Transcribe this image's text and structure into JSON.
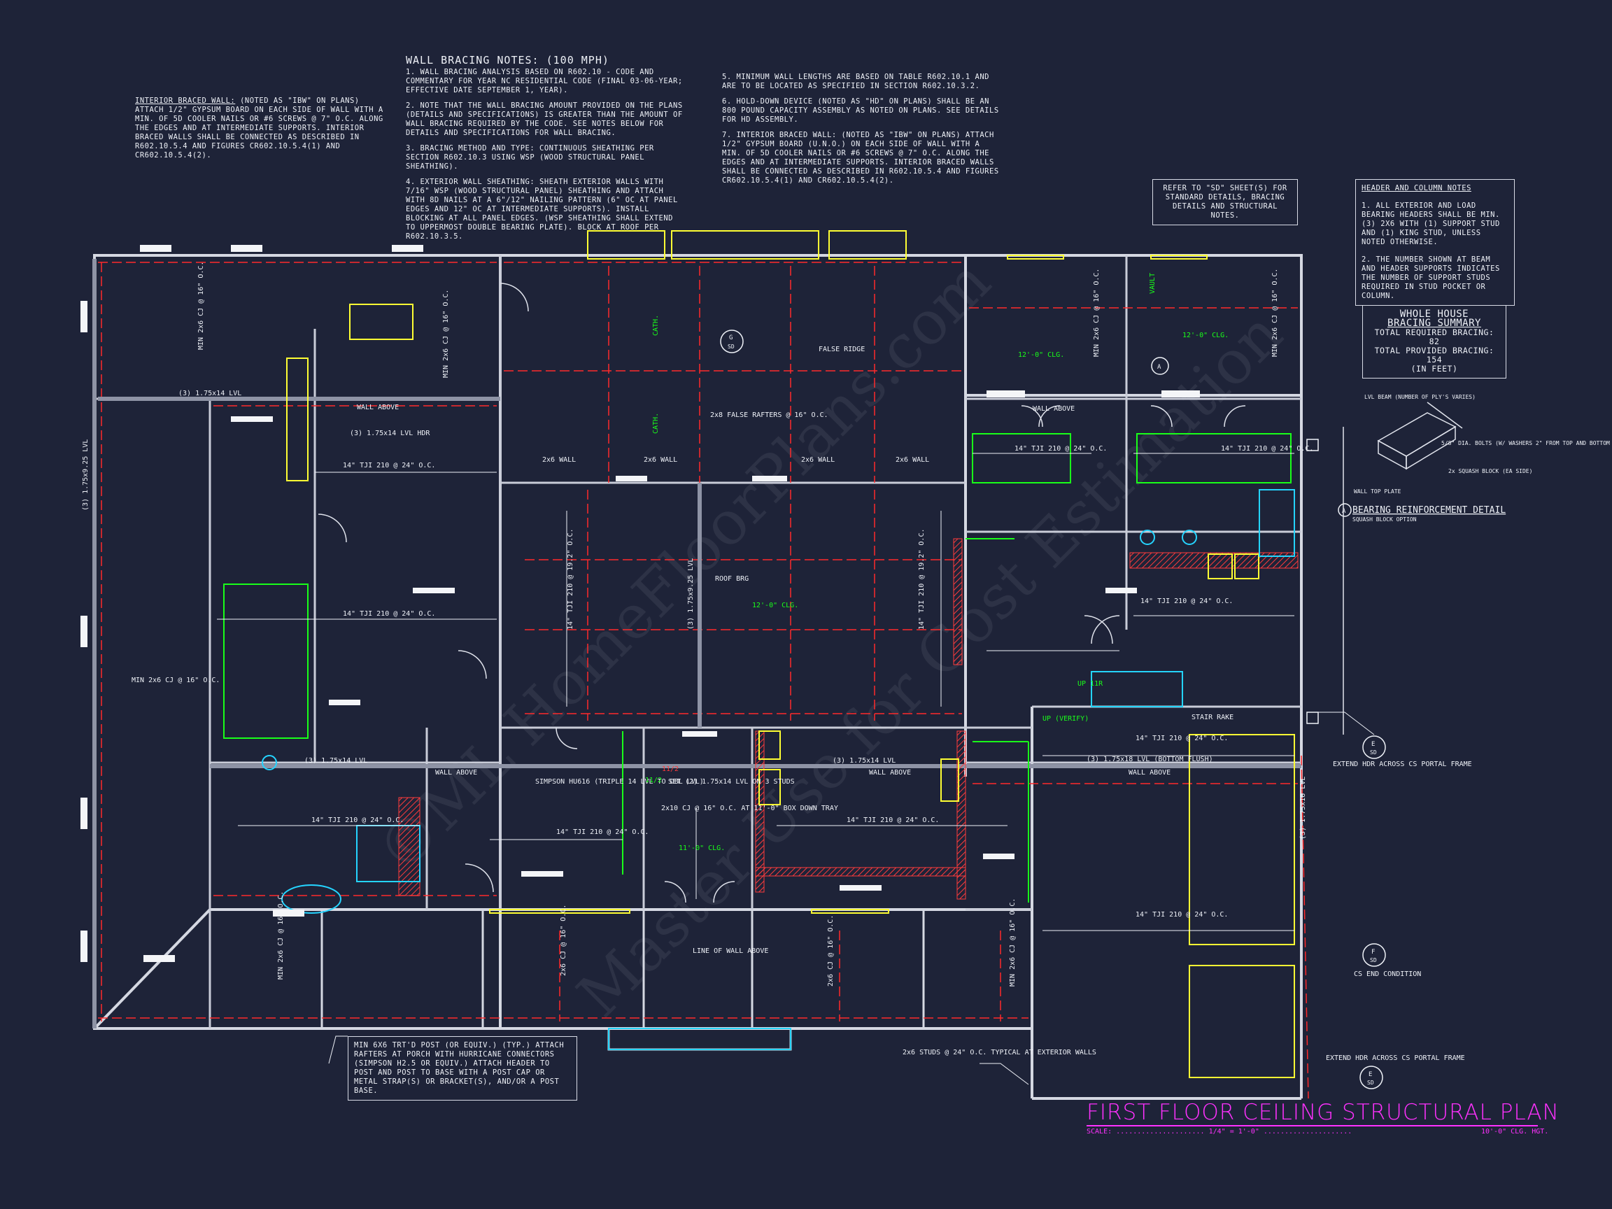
{
  "notes": {
    "wall_bracing": {
      "title": "WALL BRACING NOTES: (100 MPH)",
      "col1": [
        "1. WALL BRACING ANALYSIS BASED ON R602.10 - CODE AND COMMENTARY FOR YEAR NC RESIDENTIAL CODE (FINAL 03-06-YEAR; EFFECTIVE DATE SEPTEMBER 1, YEAR).",
        "2. NOTE THAT THE WALL BRACING AMOUNT PROVIDED ON THE PLANS (DETAILS AND SPECIFICATIONS) IS GREATER THAN THE AMOUNT OF WALL BRACING REQUIRED BY THE CODE. SEE NOTES BELOW FOR DETAILS AND SPECIFICATIONS FOR WALL BRACING.",
        "3. BRACING METHOD AND TYPE: CONTINUOUS SHEATHING PER SECTION R602.10.3 USING WSP (WOOD STRUCTURAL PANEL SHEATHING).",
        "4. EXTERIOR WALL SHEATHING: SHEATH EXTERIOR WALLS WITH 7/16\" WSP (WOOD STRUCTURAL PANEL) SHEATHING AND ATTACH WITH 8d NAILS AT A 6\"/12\" NAILING PATTERN (6\" OC AT PANEL EDGES AND 12\" OC AT INTERMEDIATE SUPPORTS). INSTALL BLOCKING AT ALL PANEL EDGES. (WSP SHEATHING SHALL EXTEND TO UPPERMOST DOUBLE BEARING PLATE). BLOCK AT ROOF PER R602.10.3.5."
      ],
      "col2": [
        "5. MINIMUM WALL LENGTHS ARE BASED ON TABLE R602.10.1 AND ARE TO BE LOCATED AS SPECIFIED IN SECTION R602.10.3.2.",
        "6. HOLD-DOWN DEVICE (NOTED AS \"HD\" ON PLANS) SHALL BE AN 800 POUND CAPACITY ASSEMBLY AS NOTED ON PLANS. SEE DETAILS FOR HD ASSEMBLY.",
        "7. INTERIOR BRACED WALL: (NOTED AS \"IBW\" ON PLANS) ATTACH 1/2\" GYPSUM BOARD (U.N.O.) ON EACH SIDE OF WALL WITH A MIN. OF 5d COOLER NAILS OR #6 SCREWS @ 7\" O.C. ALONG THE EDGES AND AT INTERMEDIATE SUPPORTS. INTERIOR BRACED WALLS SHALL BE CONNECTED AS DESCRIBED IN R602.10.5.4 AND FIGURES CR602.10.5.4(1) AND CR602.10.5.4(2)."
      ]
    },
    "ibw": {
      "title": "INTERIOR BRACED WALL:",
      "text": "(NOTED AS \"IBW\" ON PLANS) ATTACH 1/2\" GYPSUM BOARD ON EACH SIDE OF WALL WITH A MIN. OF 5d COOLER NAILS OR #6 SCREWS @ 7\" O.C. ALONG THE EDGES AND AT INTERMEDIATE SUPPORTS. INTERIOR BRACED WALLS SHALL BE CONNECTED AS DESCRIBED IN R602.10.5.4 AND FIGURES CR602.10.5.4(1) AND CR602.10.5.4(2)."
    },
    "refer_sd": "REFER TO \"SD\" SHEET(S) FOR STANDARD DETAILS, BRACING DETAILS AND STRUCTURAL NOTES.",
    "header_column": {
      "title": "HEADER AND COLUMN NOTES",
      "items": [
        "1. ALL EXTERIOR AND LOAD BEARING HEADERS SHALL BE MIN. (3) 2x6 WITH (1) SUPPORT STUD AND (1) KING STUD, UNLESS NOTED OTHERWISE.",
        "2. THE NUMBER SHOWN AT BEAM AND HEADER SUPPORTS INDICATES THE NUMBER OF SUPPORT STUDS REQUIRED IN STUD POCKET OR COLUMN."
      ]
    },
    "bracing_summary": {
      "title1": "WHOLE HOUSE",
      "title2": "BRACING SUMMARY",
      "line1": "TOTAL REQUIRED BRACING: 82",
      "line2": "TOTAL PROVIDED BRACING: 154",
      "line3": "(IN FEET)"
    },
    "porch_post": "MIN 6x6 TRT'D POST (OR EQUIV.) (TYP.) ATTACH RAFTERS AT PORCH WITH HURRICANE CONNECTORS (SIMPSON H2.5 OR EQUIV.) ATTACH HEADER TO POST AND POST TO BASE WITH A POST CAP OR METAL STRAP(S) OR BRACKET(S), AND/OR A POST BASE."
  },
  "detail": {
    "title": "BEARING REINFORCEMENT DETAIL",
    "subtitle": "SQUASH BLOCK OPTION",
    "marker": "A",
    "lvl_note": "LVL BEAM (NUMBER OF PLY'S VARIES)",
    "bolt_note": "5/8\" DIA. BOLTS (W/ WASHERS 2\" FROM TOP AND BOTTOM",
    "squash_note": "2x SQUASH BLOCK (EA SIDE)",
    "plate_note": "WALL TOP PLATE"
  },
  "labels": {
    "min_cj_16": "MIN 2x6 CJ @ 16\" O.C.",
    "lvl_3_175x14": "(3) 1.75x14 LVL",
    "lvl_3_175x14_hdr": "(3) 1.75x14 LVL HDR",
    "lvl_3_175x925": "(3) 1.75x9.25 LVL",
    "wall_above": "WALL ABOVE",
    "tji_24": "14\" TJI 210 @ 24\" O.C.",
    "tji_192": "14\" TJI 210 @ 19.2\" O.C.",
    "cath": "CATH.",
    "false_ridge": "FALSE RIDGE",
    "false_rafters": "2x8 FALSE RAFTERS @ 16\" O.C.",
    "wall_2x6": "2x6 WALL",
    "clg_12": "12'-0\" CLG.",
    "clg_11": "11'-0\" CLG.",
    "vault": "VAULT",
    "roof_brg": "ROOF BRG",
    "lvl_3_175x14_beam": "(3) 1.75x14 LVL",
    "simpson": "SIMPSON HU616 (TRIPLE 14 LVL TO DBL LVL)",
    "set_2": "SET (2) 1.75x14 LVL ON 3 STUDS",
    "cj_2x10": "2x10 CJ @ 16\" O.C. AT 11'-0\" BOX DOWN TRAY",
    "line_of_wall": "LINE OF WALL ABOVE",
    "lvl_bottom_flush": "(3) 1.75x18 LVL (BOTTOM FLUSH)",
    "lvl_side": "(3) 1.75x18 LVL",
    "extend_hdr": "EXTEND HDR ACROSS CS PORTAL FRAME",
    "cs_end": "CS END CONDITION",
    "studs_24": "2x6 STUDS @ 24\" O.C. TYPICAL AT EXTERIOR WALLS",
    "up_verify": "UP (VERIFY)",
    "up_11r": "UP 11R",
    "stair_rake": "STAIR RAKE",
    "min_cj_16_short": "MIN 2x6 CJ @ 16\" O.C.",
    "cj_16": "2x6 CJ @ 16\" O.C.",
    "hdr_1": "11/2",
    "hdr_2": "11/2",
    "refs": {
      "g": "G",
      "e": "E",
      "f": "F",
      "sd": "SD",
      "a": "A"
    }
  },
  "title_block": {
    "title": "FIRST FLOOR CEILING STRUCTURAL PLAN",
    "scale": "SCALE: ..................... 1/4\" = 1'-0\" .....................",
    "clg_hgt": "10'-0\" CLG. HGT."
  },
  "watermark": {
    "line1": "©ML HomeFloorPlans.com",
    "line2": "Master Use for Cost Estimation"
  },
  "colors": {
    "background": "#1e2338",
    "walls": "#d5d8e2",
    "beams": "#ff3b3b",
    "joist_dash": "#ff2a2a",
    "fixtures": "#ffff33",
    "green": "#19ff19",
    "cyan": "#25d4ff",
    "magenta": "#ff31ff"
  }
}
